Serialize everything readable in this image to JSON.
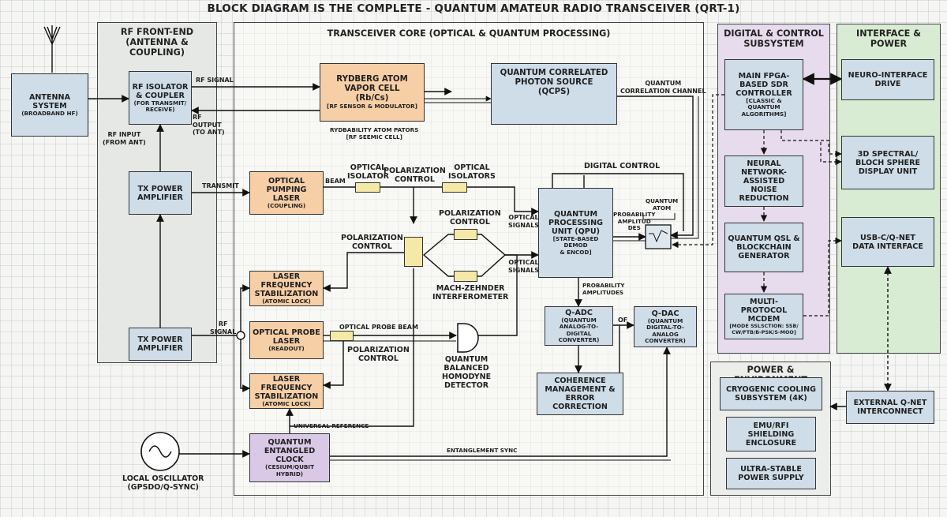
{
  "title": "BLOCK DIAGRAM IS THE COMPLETE - QUANTUM AMATEUR RADIO TRANSCEIVER (QRT-1)",
  "sections": {
    "rf_front_end": "RF FRONT-END\n(ANTENNA & COUPLING)",
    "transceiver_core": "TRANSCEIVER CORE (OPTICAL & QUANTUM PROCESSING)",
    "digital_control": "DIGITAL & CONTROL\nSUBSYSTEM",
    "interface_power": "INTERFACE &\nPOWER",
    "power_environment": "POWER & ENVIRONMENT"
  },
  "blocks": {
    "antenna": {
      "title": "ANTENNA\nSYSTEM",
      "sub": "(BROADBAND HF)"
    },
    "rf_isolator": {
      "title": "RF ISOLATOR\n& COUPLER",
      "sub": "(FOR TRANSMIT/\nRECEIVE)"
    },
    "tx_amp_1": {
      "title": "TX POWER\nAMPLIFIER"
    },
    "tx_amp_2": {
      "title": "TX POWER\nAMPLIFIER"
    },
    "rydberg": {
      "title": "RYDBERG ATOM\nVAPOR CELL\n(Rb/Cs)",
      "sub": "[RF SENSOR & MODULATOR]"
    },
    "qcps": {
      "title": "QUANTUM CORRELATED\nPHOTON SOURCE\n(QCPS)"
    },
    "pump_laser": {
      "title": "OPTICAL\nPUMPING LASER",
      "sub": "(COUPLING)"
    },
    "lfs_1": {
      "title": "LASER FREQUENCY\nSTABILIZATION",
      "sub": "(ATOMIC LOCK)"
    },
    "probe_laser": {
      "title": "OPTICAL PROBE\nLASER",
      "sub": "(READOUT)"
    },
    "lfs_2": {
      "title": "LASER FREQUENCY\nSTABILIZATION",
      "sub": "(ATOMIC LOCK)"
    },
    "clock": {
      "title": "QUANTUM\nENTANGLED CLOCK",
      "sub": "(CESIUM/QUBIT\nHYBRID)"
    },
    "qpu": {
      "title": "QUANTUM\nPROCESSING\nUNIT (QPU)",
      "sub": "[STATE-BASED DEMOD\n& ENCOD]"
    },
    "qadc": {
      "title": "Q-ADC",
      "sub": "(QUANTUM\nANALOG-TO-DIGITAL\nCONVERTER)"
    },
    "qdac": {
      "title": "Q-DAC",
      "sub": "(QUANTUM\nDIGITAL-TO-ANALOG\nCONVERTER)"
    },
    "coherence": {
      "title": "COHERENCE\nMANAGEMENT &\nERROR CORRECTION"
    },
    "fpga": {
      "title": "MAIN FPGA-\nBASED SDR\nCONTROLLER",
      "sub": "[CLASSIC &\nQUANTUM\nALGORITHMS]"
    },
    "neural": {
      "title": "NEURAL\nNETWORK-\nASSISTED\nNOISE REDUCTION"
    },
    "qsl": {
      "title": "QUANTUM QSL &\nBLOCKCHAIN\nGENERATOR"
    },
    "modem": {
      "title": "MULTI-PROTOCOL\nMCDEM",
      "sub": "[MODE SSLSCTION: SSB/\nCW/FTB/B-PSK/S-MOO]"
    },
    "neuro": {
      "title": "NEURO-INTERFACE\nDRIVE"
    },
    "spectral": {
      "title": "3D SPECTRAL/\nBLOCH SPHERE\nDISPLAY UNIT"
    },
    "usb": {
      "title": "USB-C/Q-NET\nDATA INTERFACE"
    },
    "ext_qnet": {
      "title": "EXTERNAL Q-NET\nINTERCONNECT"
    },
    "cryo": {
      "title": "CRYOGENIC COOLING\nSUBSYSTEM (4K)"
    },
    "emu": {
      "title": "EMU/RFI\nSHIELDING\nENCLOSURE"
    },
    "psu": {
      "title": "ULTRA-STABLE\nPOWER SUPPLY"
    }
  },
  "labels": {
    "rf_signal": "RF SIGNAL",
    "rf_output": "RF\nOUTPUT\n(TO ANT)",
    "rf_input": "RF INPUT\n(FROM ANT)",
    "transmit": "TRANSMIT",
    "rf_signal_2": "RF\nSIGNAL",
    "rydbability": "RYDBABILITY ATOM PATORS\n[RF SEEMIC CELL]",
    "quantum_correlation": "QUANTUM\nCORRELATION CHANNEL",
    "beam": "BEAM",
    "optical_isolator": "OPTICAL\nISOLATOR",
    "polarization_control_top": "POLARIZATION\nCONTROL",
    "optical_isolators": "OPTICAL\nISOLATORS",
    "digital_control": "DIGITAL CONTROL",
    "polarization_control_mid": "POLARIZATION\nCONTROL",
    "polarization_control_left": "POLARIZATION\nCONTROL",
    "optical_signals_1": "OPTICAL\nSIGNALS",
    "optical_signals_2": "OPTICAL\nSIGNALS",
    "mach_zehnder": "MACH-ZEHNDER\nINTERFEROMETER",
    "probability_amplitudes_side": "PROBABILITY\nAMPLITUD\nDES",
    "quantum_atom": "QUANTUM\nATOM",
    "probability_amplitudes": "PROBABILITY\nAMPLITUDES",
    "optical_probe_beam": "OPTICAL PROBE BEAM",
    "polarization_control_bottom": "POLARIZATION\nCONTROL",
    "homodyne": "QUANTUM\nBALANCED\nHOMODYNE\nDETECTOR",
    "of": "OF",
    "universal_reference": "UNIVERSAL REFERENCE",
    "entanglement_sync": "ENTANGLEMENT SYNC",
    "local_osc": "LOCAL OSCILLATOR\n(GPSDO/Q-SYNC)"
  }
}
